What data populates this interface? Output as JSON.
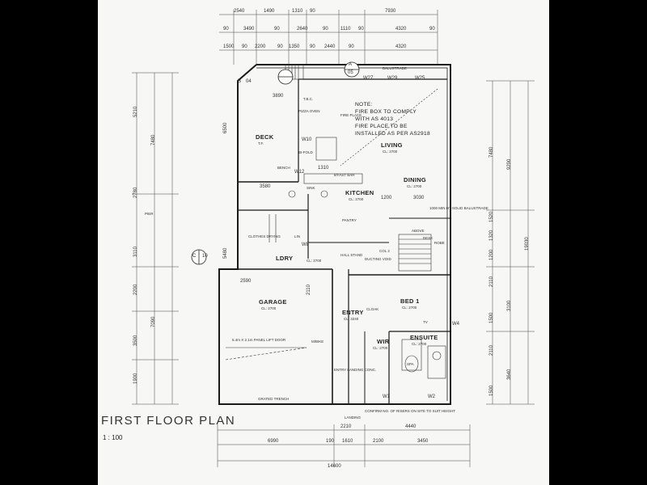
{
  "drawing": {
    "title": "FIRST FLOOR PLAN",
    "scale": "1 : 100"
  },
  "rooms": {
    "deck": {
      "name": "DECK",
      "sub": "T.F."
    },
    "living": {
      "name": "LIVING",
      "sub": "CL: 2700"
    },
    "dining": {
      "name": "DINING",
      "sub": "CL: 2700"
    },
    "kitchen": {
      "name": "KITCHEN",
      "sub": "CL: 2700"
    },
    "pantry": "PANTRY",
    "ldry": {
      "name": "LDRY",
      "sub": "CL: 2700"
    },
    "garage": {
      "name": "GARAGE",
      "sub": "CL: 2700"
    },
    "entry": {
      "name": "ENTRY",
      "sub": "CL: 3240"
    },
    "bed1": {
      "name": "BED 1",
      "sub": "CL: 2700"
    },
    "ensuite": {
      "name": "ENSUITE",
      "sub": "CL: 2700"
    },
    "wir": {
      "name": "WIR",
      "sub": "CL: 2700"
    }
  },
  "note": [
    "NOTE:",
    "FIRE BOX TO COMPLY",
    "WITH AS 4013",
    "FIRE PLACE TO BE",
    "INSTALLED AS PER AS2918"
  ],
  "labels": {
    "balustrade": "BALUSTRADE",
    "bench": "BENCH",
    "bi_fold": "BI-FOLD",
    "pizza_oven": "PIZZA OVEN",
    "tbc": "T.B.C.",
    "fire_place": "FIRE PLACE",
    "bfast_bar": "B'FAST BAR",
    "sink": "SINK",
    "entry_landing": "ENTRY LANDING CONC.",
    "hall_stand": "HALL STAND",
    "ducting_void": "DUCTING VOID",
    "col2": "COL 2",
    "landing": "LANDING",
    "grated_trench": "GRATED TRENCH",
    "panel_lift_door": "5.4m X 2.1m PANEL LIFT DOOR",
    "riser_note": "CONFIRM NO. OF RISERS ON SITE TO SUIT HEIGHT",
    "solid_balustrade": "1000 MIN HT SOLID BALUSTRADE",
    "robe": "ROBE",
    "cloak": "CLOAK",
    "tv": "TV",
    "spa": "SPA",
    "clothes_drying": "CLOTHES DRYING",
    "m_bike": "M/BIKE",
    "above": "ABOVE",
    "desk": "DESK",
    "pier": "PIER",
    "lin": "LIN"
  },
  "section_markers": [
    {
      "letter": "B",
      "sheet": "04"
    },
    {
      "letter": "A",
      "sheet": "05"
    },
    {
      "letter": "C",
      "sheet": "10"
    }
  ],
  "windows": [
    "W27",
    "W29",
    "W25",
    "W10",
    "W12",
    "W8",
    "W1",
    "W2",
    "W4"
  ],
  "dimensions": {
    "top_row1": [
      "2540",
      "1490",
      "1310",
      "90",
      "7930"
    ],
    "top_row2": [
      "90",
      "3490",
      "90",
      "2640",
      "90",
      "1110",
      "90",
      "4320",
      "90"
    ],
    "top_row3": [
      "1500",
      "90",
      "2200",
      "90",
      "1350",
      "90",
      "2440",
      "90",
      "4320"
    ],
    "deck_width": "3890",
    "living_depth": "6500",
    "kitchen_w": "3580",
    "kitchen_dims": [
      "1310",
      "1200",
      "3030"
    ],
    "pantry_depth": "5480",
    "garage_w": "2590",
    "garage_depth": "2110",
    "bottom_row1": [
      "2210",
      "4440"
    ],
    "bottom_row2": [
      "6990",
      "190",
      "1610",
      "2100",
      "3450"
    ],
    "overall": "14600",
    "left_dims": [
      "5210",
      "7480",
      "2780",
      "3110",
      "2200",
      "7090",
      "3500",
      "1900"
    ],
    "right_dims": [
      "7480",
      "9290",
      "1520",
      "1320",
      "1200",
      "19030",
      "2110",
      "3100",
      "1500",
      "2110",
      "3640",
      "1500"
    ]
  }
}
